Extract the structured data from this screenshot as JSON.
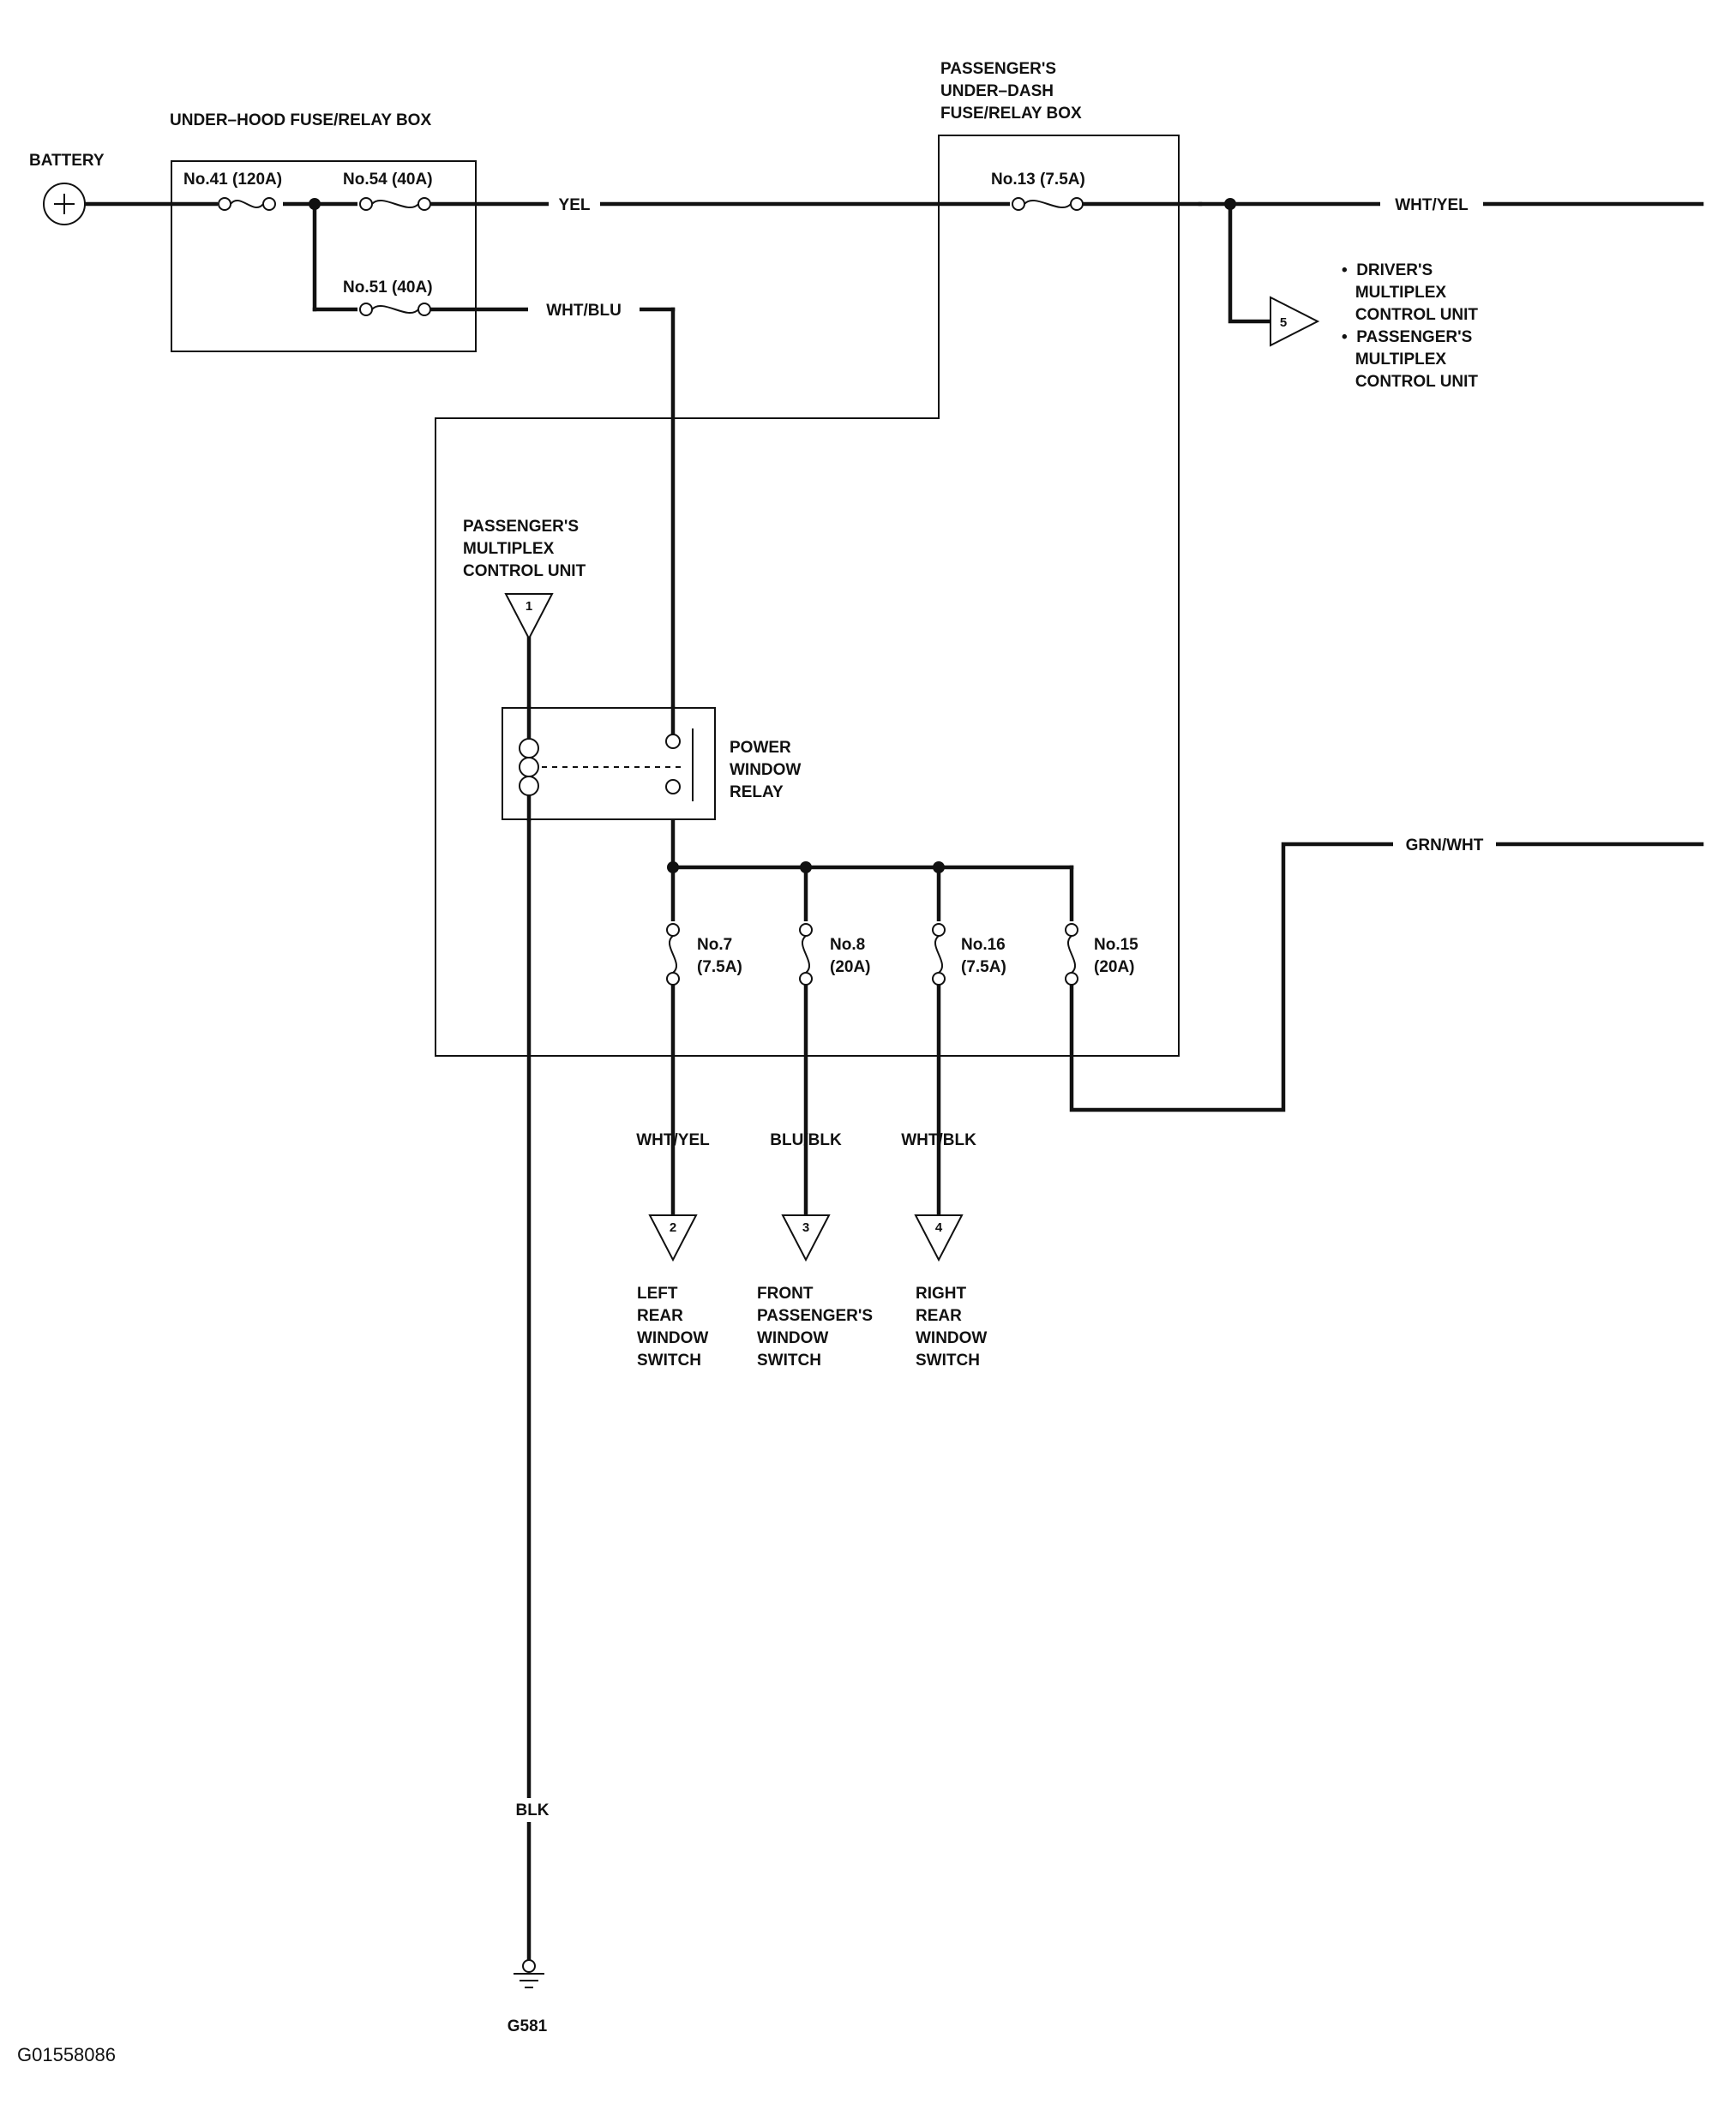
{
  "battery": {
    "label": "BATTERY"
  },
  "underhood_box": {
    "title": "UNDER–HOOD FUSE/RELAY BOX"
  },
  "underdash_box": {
    "title_lines": [
      "PASSENGER'S",
      "UNDER–DASH",
      "FUSE/RELAY BOX"
    ]
  },
  "fuses": {
    "f41": "No.41 (120A)",
    "f54": "No.54 (40A)",
    "f51": "No.51 (40A)",
    "f13": "No.13 (7.5A)",
    "f7": [
      "No.7",
      "(7.5A)"
    ],
    "f8": [
      "No.8",
      "(20A)"
    ],
    "f16": [
      "No.16",
      "(7.5A)"
    ],
    "f15": [
      "No.15",
      "(20A)"
    ]
  },
  "wires": {
    "yel": "YEL",
    "wht_blu": "WHT/BLU",
    "wht_yel_top": "WHT/YEL",
    "grn_wht": "GRN/WHT",
    "wht_yel": "WHT/YEL",
    "blu_blk": "BLU/BLK",
    "wht_blk": "WHT/BLK",
    "blk": "BLK"
  },
  "connectors": {
    "c1": {
      "number": "1",
      "label_lines": [
        "PASSENGER'S",
        "MULTIPLEX",
        "CONTROL UNIT"
      ]
    },
    "c2": {
      "number": "2",
      "label_lines": [
        "LEFT",
        "REAR",
        "WINDOW",
        "SWITCH"
      ]
    },
    "c3": {
      "number": "3",
      "label_lines": [
        "FRONT",
        "PASSENGER'S",
        "WINDOW",
        "SWITCH"
      ]
    },
    "c4": {
      "number": "4",
      "label_lines": [
        "RIGHT",
        "REAR",
        "WINDOW",
        "SWITCH"
      ]
    },
    "c5": {
      "number": "5",
      "label_lines": [
        "•  DRIVER'S",
        "   MULTIPLEX",
        "   CONTROL UNIT",
        "•  PASSENGER'S",
        "   MULTIPLEX",
        "   CONTROL UNIT"
      ]
    }
  },
  "relay": {
    "label_lines": [
      "POWER",
      "WINDOW",
      "RELAY"
    ]
  },
  "ground": {
    "label": "G581"
  },
  "figure_id": "G01558086"
}
